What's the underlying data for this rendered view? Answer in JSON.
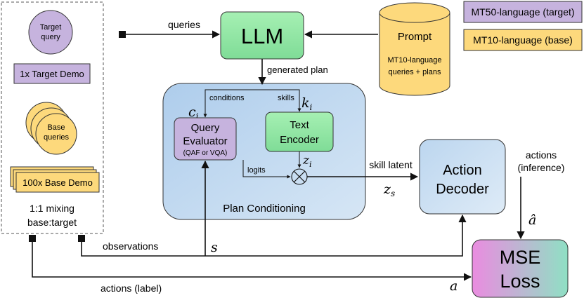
{
  "colors": {
    "purple_fill": "#c6b3de",
    "yellow_fill": "#fdd97c",
    "green_fill": "#8ee6a2",
    "blue_fill": "#cfe0f1",
    "plan_panel_fill": "#bcd6ef",
    "mse_gradient_start": "#e98be0",
    "mse_gradient_end": "#8fe0c4"
  },
  "legend": {
    "target": "MT50-language (target)",
    "base": "MT10-language (base)"
  },
  "dataset": {
    "target_query": "Target query",
    "target_demo": "1x Target Demo",
    "base_queries": "Base queries",
    "base_demo": "100x Base Demo",
    "mixing_line1": "1:1 mixing",
    "mixing_line2": "base:target"
  },
  "llm": {
    "label": "LLM",
    "queries_label": "queries",
    "generated_plan": "generated plan"
  },
  "prompt": {
    "title": "Prompt",
    "line1": "MT10-language",
    "line2": "queries + plans"
  },
  "plan_conditioning": {
    "title": "Plan Conditioning",
    "conditions": "conditions",
    "skills": "skills",
    "c_symbol": "c",
    "c_sub": "i",
    "k_symbol": "k",
    "k_sub": "i",
    "z_symbol": "z",
    "z_sub": "i",
    "logits": "logits",
    "query_evaluator": {
      "line1": "Query",
      "line2": "Evaluator",
      "line3": "(QAF or VQA)"
    },
    "text_encoder": {
      "line1": "Text",
      "line2": "Encoder"
    }
  },
  "skill_latent": {
    "label": "skill latent",
    "symbol": "z",
    "sub": "s"
  },
  "action_decoder": {
    "line1": "Action",
    "line2": "Decoder"
  },
  "actions_inference": {
    "line1": "actions",
    "line2": "(inference)"
  },
  "a_hat": "â",
  "observations": "observations",
  "s_symbol": "s",
  "actions_label": "actions (label)",
  "a_symbol": "a",
  "mse_loss": {
    "line1": "MSE",
    "line2": "Loss"
  }
}
